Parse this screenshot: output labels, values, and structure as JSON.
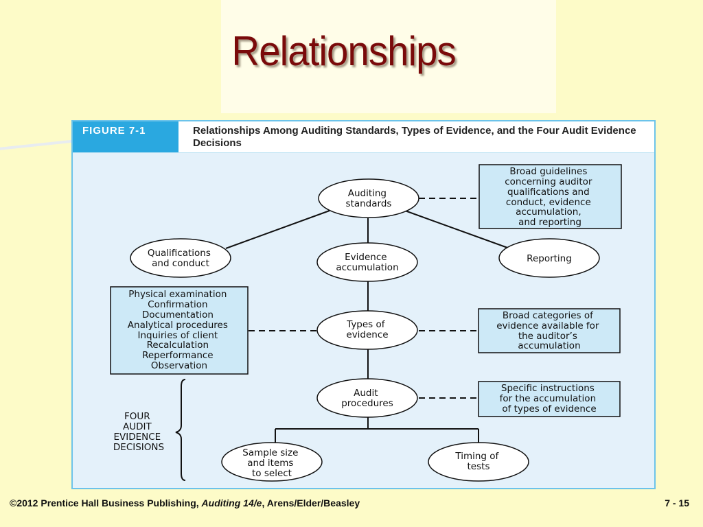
{
  "slide": {
    "title": "Relationships"
  },
  "figure": {
    "label": "FIGURE 7-1",
    "caption": "Relationships Among Auditing Standards, Types of Evidence, and the Four Audit Evidence Decisions",
    "nodes": {
      "auditing_standards": [
        "Auditing",
        "standards"
      ],
      "qualifications": [
        "Qualifications",
        "and conduct"
      ],
      "evidence_accumulation": [
        "Evidence",
        "accumulation"
      ],
      "reporting": [
        "Reporting"
      ],
      "types_of_evidence": [
        "Types of",
        "evidence"
      ],
      "audit_procedures": [
        "Audit",
        "procedures"
      ],
      "sample_size": [
        "Sample size",
        "and items",
        "to select"
      ],
      "timing": [
        "Timing of",
        "tests"
      ]
    },
    "boxes": {
      "guidelines": [
        "Broad guidelines",
        "concerning auditor",
        "qualifications and",
        "conduct, evidence",
        "accumulation,",
        "and reporting"
      ],
      "evidence_types": [
        "Physical examination",
        "Confirmation",
        "Documentation",
        "Analytical procedures",
        "Inquiries of client",
        "Recalculation",
        "Reperformance",
        "Observation"
      ],
      "categories": [
        "Broad categories of",
        "evidence available for",
        "the auditor’s",
        "accumulation"
      ],
      "instructions": [
        "Specific instructions",
        "for the accumulation",
        "of types of evidence"
      ]
    },
    "decisions_label": [
      "FOUR",
      "AUDIT",
      "EVIDENCE",
      "DECISIONS"
    ]
  },
  "footer": {
    "copyright": "©2012 Prentice Hall Business Publishing,",
    "book": "Auditing 14/e",
    "authors": ", Arens/Elder/Beasley",
    "page": "7 - 15"
  },
  "colors": {
    "background": "#fdfbc8",
    "title": "#7a0a0a",
    "figure_bg": "#e4f1fa",
    "figure_border": "#6cc3ea",
    "label_bg": "#2aa8e0"
  }
}
